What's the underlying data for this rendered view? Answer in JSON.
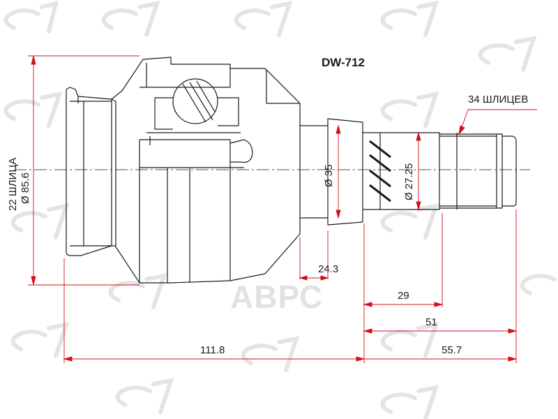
{
  "part_code": "DW-712",
  "watermark_text": "АВРС",
  "labels": {
    "outer_splines": "34 ШЛИЦЕВ",
    "inner_splines": "22 ШЛИЦА",
    "housing_diameter": "Ø 85.6",
    "shaft_diameter": "Ø 35",
    "spline_diameter": "Ø 27.25"
  },
  "dimensions": {
    "d_24_3": "24.3",
    "d_29": "29",
    "d_51": "51",
    "d_111_8": "111.8",
    "d_55_7": "55.7"
  },
  "colors": {
    "line": "#1a1a1a",
    "dimension": "#d0101a",
    "watermark": "#e2e2e2"
  }
}
